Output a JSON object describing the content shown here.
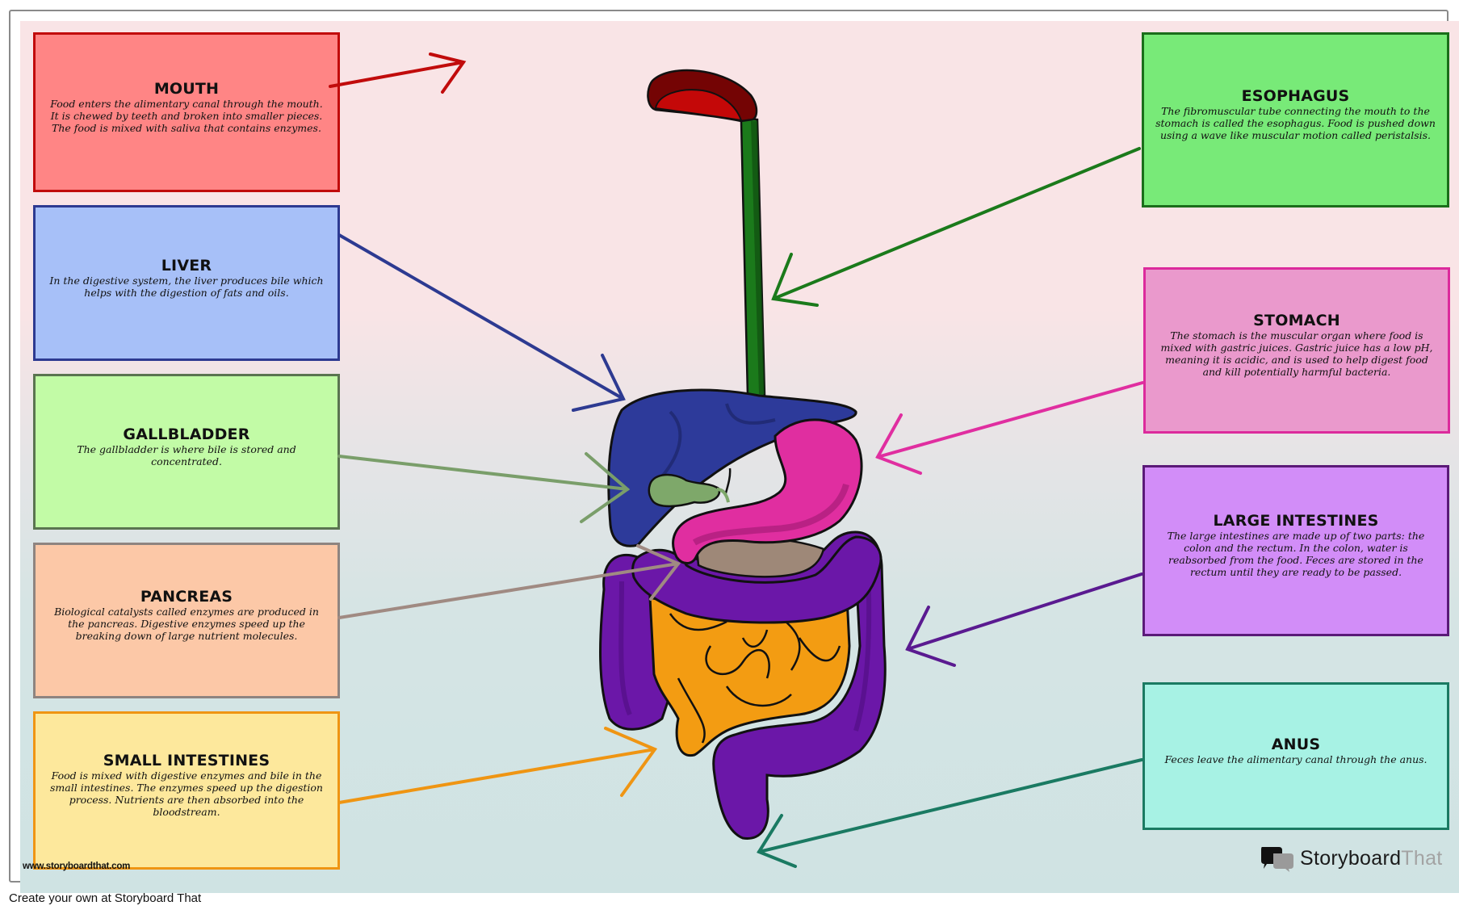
{
  "footer": {
    "text": "Create your own at Storyboard That"
  },
  "watermark": {
    "text": "www.storyboardthat.com"
  },
  "logo": {
    "part1": "Storyboard",
    "part2": "That"
  },
  "colors": {
    "background_top": "#f9e4e6",
    "background_bottom": "#cfe3e3",
    "mouth": "#ff8585",
    "liver": "#a7c0f8",
    "gallbladder": "#c2fba6",
    "pancreas": "#fcc8a7",
    "small_intestines": "#fde89c",
    "esophagus": "#78ea78",
    "stomach": "#ea99cc",
    "large_intestines": "#d28df8",
    "anus": "#a7f2e4"
  },
  "boxes": {
    "mouth": {
      "title": "MOUTH",
      "description": "Food enters the alimentary canal through the mouth. It is chewed by teeth and broken into smaller pieces. The food is mixed with saliva that contains enzymes."
    },
    "liver": {
      "title": "LIVER",
      "description": "In the digestive system, the liver produces bile which helps with the digestion of fats and oils."
    },
    "gallbladder": {
      "title": "GALLBLADDER",
      "description": "The gallbladder is where bile is stored and concentrated."
    },
    "pancreas": {
      "title": "PANCREAS",
      "description": "Biological catalysts called enzymes are produced in the pancreas. Digestive enzymes speed up the breaking down of large nutrient molecules."
    },
    "small_intestines": {
      "title": "SMALL INTESTINES",
      "description": "Food is mixed with digestive enzymes and bile in the small intestines. The enzymes speed up the digestion process. Nutrients are then absorbed into the bloodstream."
    },
    "esophagus": {
      "title": "ESOPHAGUS",
      "description": "The fibromuscular tube connecting the mouth to the stomach is called the esophagus. Food is pushed down using a wave like muscular motion called peristalsis."
    },
    "stomach": {
      "title": "STOMACH",
      "description": "The stomach is the muscular organ where food is mixed with gastric juices. Gastric juice has a low pH, meaning it is acidic, and is used to help digest food and kill potentially harmful bacteria."
    },
    "large_intestines": {
      "title": "LARGE INTESTINES",
      "description": "The large intestines are made up of two parts: the colon and the rectum. In the colon, water is reabsorbed from the food. Feces are stored in the rectum until they are ready to be passed."
    },
    "anus": {
      "title": "ANUS",
      "description": "Feces leave the alimentary canal through the anus."
    }
  }
}
